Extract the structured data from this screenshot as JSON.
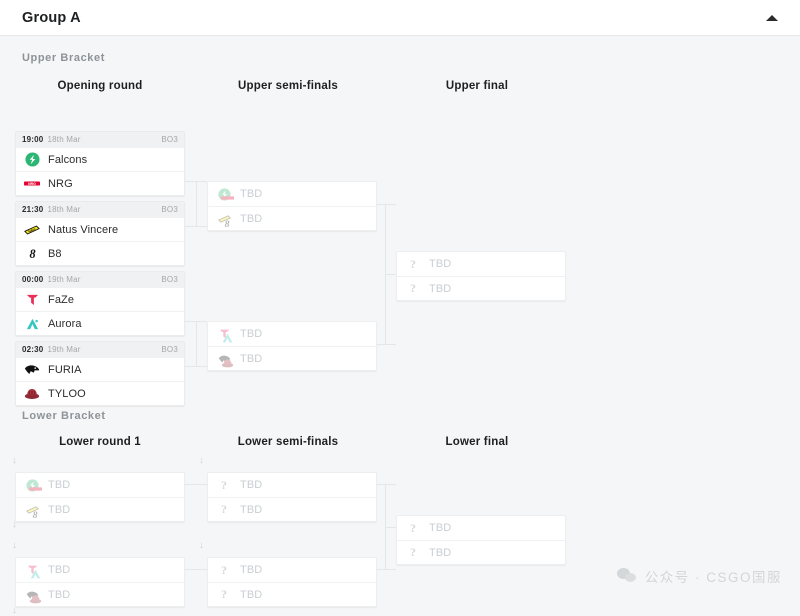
{
  "header": {
    "title": "Group A",
    "collapse_icon": "chevron-up-icon"
  },
  "sections": {
    "upper": {
      "label": "Upper Bracket",
      "rounds": [
        "Opening round",
        "Upper semi-finals",
        "Upper final"
      ]
    },
    "lower": {
      "label": "Lower Bracket",
      "rounds": [
        "Lower round 1",
        "Lower semi-finals",
        "Lower final"
      ]
    }
  },
  "placeholder": {
    "tbd": "TBD",
    "unknown_icon": "question-mark-icon",
    "drop_icon": "arrow-down-icon"
  },
  "matches": {
    "upper_opening": [
      {
        "time": "19:00",
        "date": "18th Mar",
        "format": "BO3",
        "teams": [
          {
            "name": "Falcons",
            "logo": "falcons-logo",
            "color": "#2bb673"
          },
          {
            "name": "NRG",
            "logo": "nrg-logo",
            "color": "#e4032e"
          }
        ]
      },
      {
        "time": "21:30",
        "date": "18th Mar",
        "format": "BO3",
        "teams": [
          {
            "name": "Natus Vincere",
            "logo": "navi-logo",
            "color": "#f5e31a"
          },
          {
            "name": "B8",
            "logo": "b8-logo",
            "color": "#1a1a1a"
          }
        ]
      },
      {
        "time": "00:00",
        "date": "19th Mar",
        "format": "BO3",
        "teams": [
          {
            "name": "FaZe",
            "logo": "faze-logo",
            "color": "#e8305a"
          },
          {
            "name": "Aurora",
            "logo": "aurora-logo",
            "color": "#34c5c0"
          }
        ]
      },
      {
        "time": "02:30",
        "date": "19th Mar",
        "format": "BO3",
        "teams": [
          {
            "name": "FURIA",
            "logo": "furia-logo",
            "color": "#111111"
          },
          {
            "name": "TYLOO",
            "logo": "tyloo-logo",
            "color": "#8e2a34"
          }
        ]
      }
    ],
    "upper_semifinals": [
      {
        "teams": [
          {
            "name": "TBD",
            "logos": [
              "falcons-logo",
              "nrg-logo"
            ],
            "colors": [
              "#2bb673",
              "#e4032e"
            ]
          },
          {
            "name": "TBD",
            "logos": [
              "navi-logo",
              "b8-logo"
            ],
            "colors": [
              "#f5e31a",
              "#1a1a1a"
            ]
          }
        ]
      },
      {
        "teams": [
          {
            "name": "TBD",
            "logos": [
              "faze-logo",
              "aurora-logo"
            ],
            "colors": [
              "#e8305a",
              "#34c5c0"
            ]
          },
          {
            "name": "TBD",
            "logos": [
              "furia-logo",
              "tyloo-logo"
            ],
            "colors": [
              "#111111",
              "#8e2a34"
            ]
          }
        ]
      }
    ],
    "upper_final": [
      {
        "teams": [
          {
            "name": "TBD",
            "logos": [],
            "colors": []
          },
          {
            "name": "TBD",
            "logos": [],
            "colors": []
          }
        ]
      }
    ],
    "lower_round1": [
      {
        "teams": [
          {
            "name": "TBD",
            "logos": [
              "falcons-logo",
              "nrg-logo"
            ],
            "colors": [
              "#2bb673",
              "#e4032e"
            ]
          },
          {
            "name": "TBD",
            "logos": [
              "navi-logo",
              "b8-logo"
            ],
            "colors": [
              "#f5e31a",
              "#1a1a1a"
            ]
          }
        ]
      },
      {
        "teams": [
          {
            "name": "TBD",
            "logos": [
              "faze-logo",
              "aurora-logo"
            ],
            "colors": [
              "#e8305a",
              "#34c5c0"
            ]
          },
          {
            "name": "TBD",
            "logos": [
              "furia-logo",
              "tyloo-logo"
            ],
            "colors": [
              "#111111",
              "#8e2a34"
            ]
          }
        ]
      }
    ],
    "lower_semifinals": [
      {
        "teams": [
          {
            "name": "TBD",
            "logos": [],
            "colors": []
          },
          {
            "name": "TBD",
            "logos": [],
            "colors": []
          }
        ]
      }
    ],
    "lower_final": [
      {
        "teams": [
          {
            "name": "TBD",
            "logos": [],
            "colors": []
          },
          {
            "name": "TBD",
            "logos": [],
            "colors": []
          }
        ]
      }
    ]
  },
  "watermark": {
    "text": "公众号 · CSGO国服",
    "icon": "wechat-icon"
  }
}
